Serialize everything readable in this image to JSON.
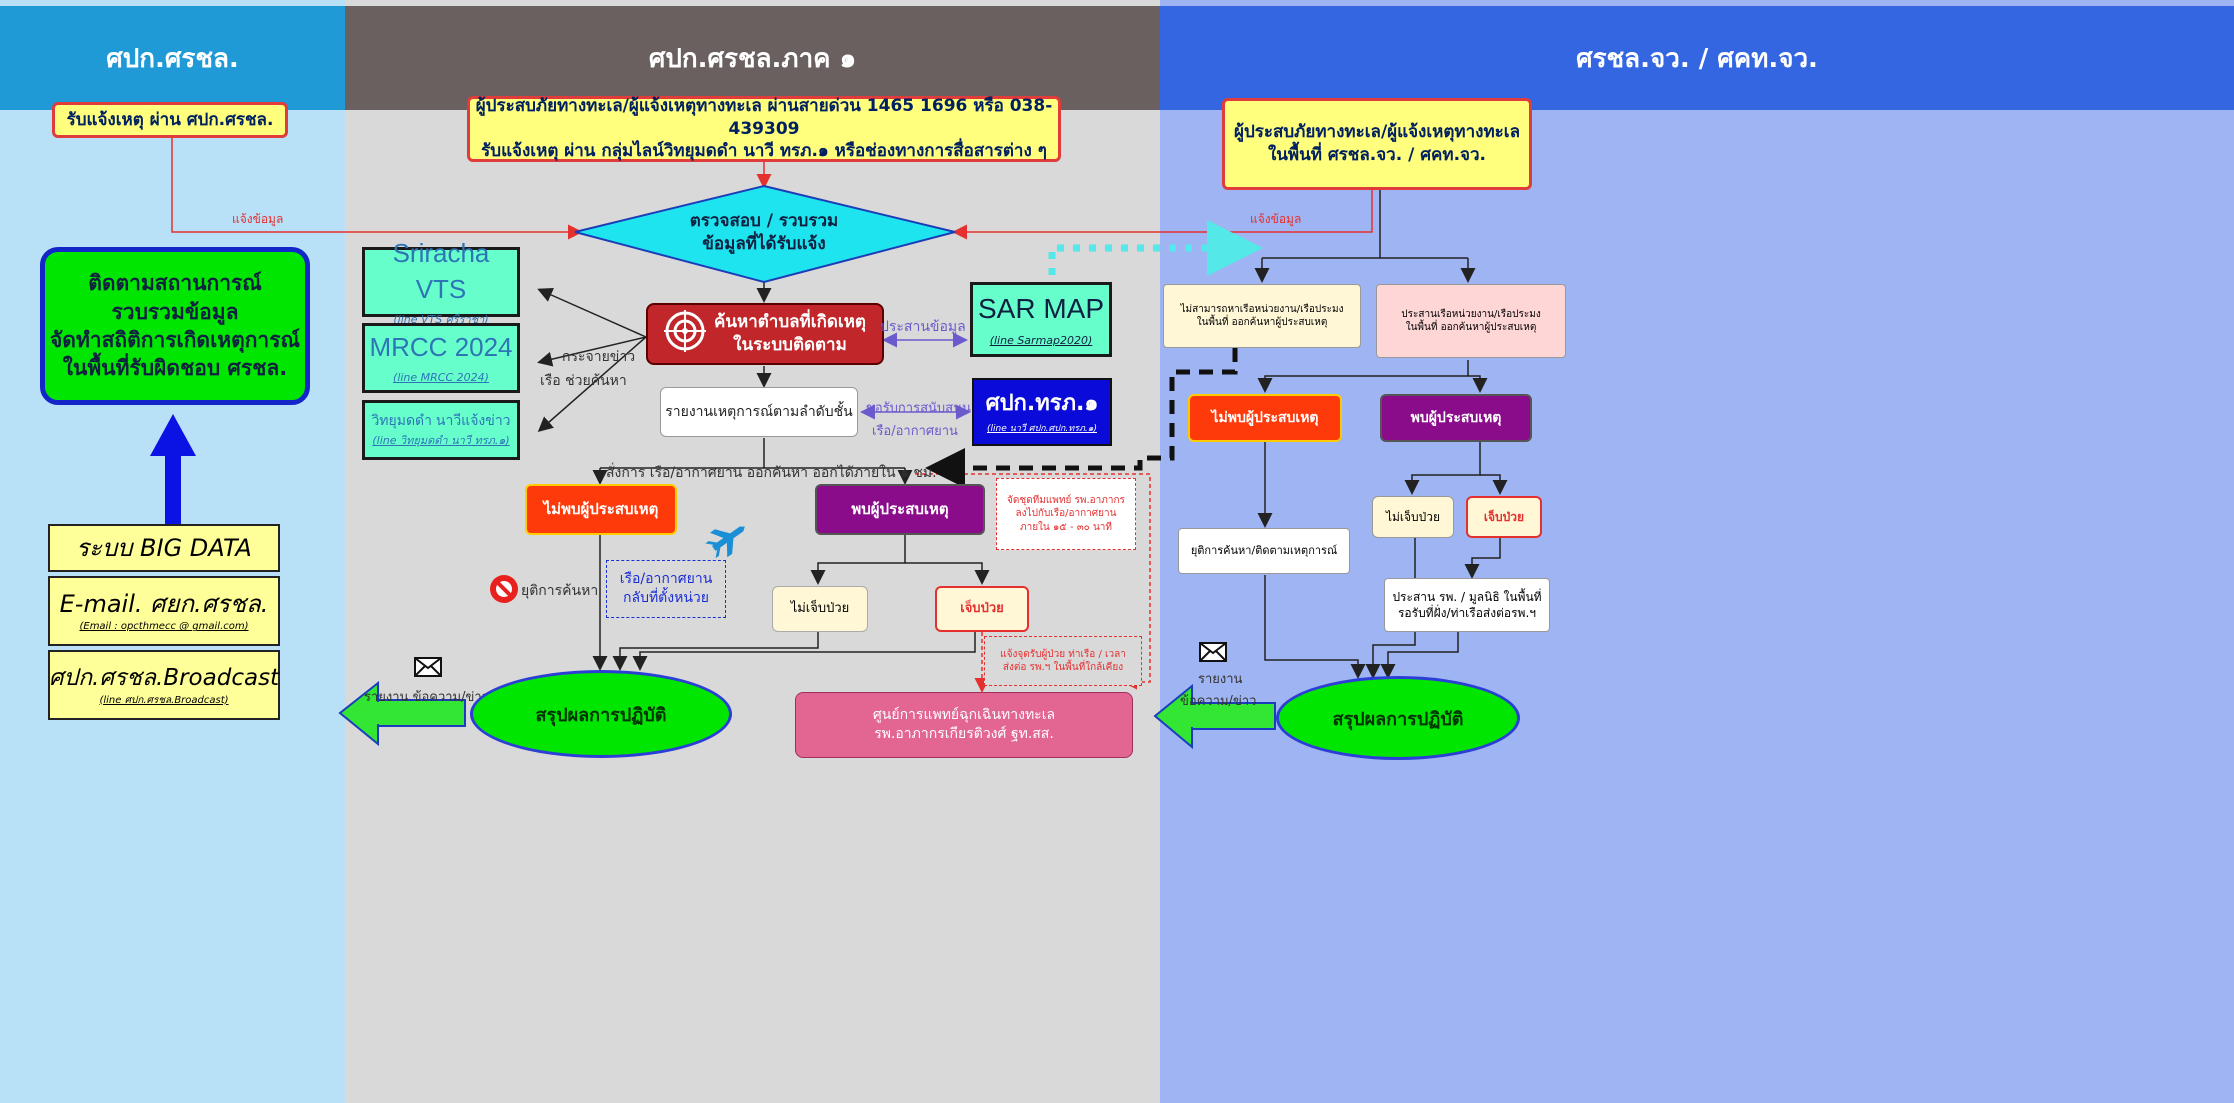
{
  "headers": {
    "left": "ศปก.ศรชล.",
    "center": "ศปก.ศรชล.ภาค ๑",
    "right": "ศรชล.จว. / ศคท.จว."
  },
  "left": {
    "receive_box": "รับแจ้งเหตุ ผ่าน ศปก.ศรชล.",
    "monitor_box": [
      "ติดตามสถานการณ์",
      "รวบรวมข้อมูล",
      "จัดทำสถิติการเกิดเหตุการณ์",
      "ในพื้นที่รับผิดชอบ ศรชล."
    ],
    "bigdata": "ระบบ BIG DATA",
    "email_title": "E-mail. ศยก.ศรชล.",
    "email_sub": "(Email : opcthmecc @ gmail.com)",
    "broadcast_title": "ศปก.ศรชล.Broadcast",
    "broadcast_sub": "(line ศปก.ศรชล.Broadcast)"
  },
  "center": {
    "top_box_line1": "ผู้ประสบภัยทางทะเล/ผู้แจ้งเหตุทางทะเล ผ่านสายด่วน 1465 1696 หรือ 038-439309",
    "top_box_line2": "รับแจ้งเหตุ ผ่าน กลุ่มไลน์วิทยุมดดำ นาวี ทรภ.๑ หรือช่องทางการสื่อสารต่าง ๆ",
    "diamond_line1": "ตรวจสอบ / รวบรวม",
    "diamond_line2": "ข้อมูลที่ได้รับแจ้ง",
    "notify_left": "แจ้งข้อมูล",
    "sriracha": "Sriracha VTS",
    "sriracha_sub": "(line VTS ศรีราชา)",
    "mrcc": "MRCC 2024",
    "mrcc_sub": "(line MRCC 2024)",
    "radio": "วิทยุมดดำ นาวีแจ้งข่าว",
    "radio_sub": "(line วิทยุมดดำ นาวี ทรภ.๑)",
    "spread_label_1": "กระจายข่าว",
    "spread_label_2": "เรือ ช่วยค้นหา",
    "search_line1": "ค้นหาตำบลที่เกิดเหตุ",
    "search_line2": "ในระบบติดตาม",
    "coord_label": "ประสานข้อมูล",
    "sarmap": "SAR MAP",
    "sarmap_sub": "(line Sarmap2020)",
    "report_box": "รายงานเหตุการณ์ตามลำดับชั้น",
    "support_label_1": "ขอรับการสนับสนุน",
    "support_label_2": "เรือ/อากาศยาน",
    "navy_box": "ศปก.ทรภ.๑",
    "navy_sub": "(line นาวี ศปก.ศปก.ทรภ.๑)",
    "order_line": "สั่งการ เรือ/อากาศยาน ออกค้นหา ออกได้ภายใน ๑ ชม.",
    "not_found": "ไม่พบผู้ประสบเหตุ",
    "found": "พบผู้ประสบเหตุ",
    "medic_note": [
      "จัดชุดทีมแพทย์ รพ.อาภากร",
      "ลงไปกับเรือ/อากาศยาน",
      "ภายใน ๑๕ - ๓๐ นาที"
    ],
    "stop_search": "ยุติการค้นหา",
    "return_box": [
      "เรือ/อากาศยาน",
      "กลับที่ตั้งหน่วย"
    ],
    "not_injured": "ไม่เจ็บป่วย",
    "injured": "เจ็บป่วย",
    "patient_note": [
      "แจ้งจุดรับผู้ป่วย ท่าเรือ / เวลา",
      "ส่งต่อ รพ.ฯ ในพื้นที่ใกล้เคียง"
    ],
    "report_label": "รายงาน ข้อความ/ข่าว",
    "summary": "สรุปผลการปฏิบัติ",
    "hospital_line1": "ศูนย์การแพทย์ฉุกเฉินทางทะเล",
    "hospital_line2": "รพ.อาภากรเกียรติวงศ์ ฐท.สส."
  },
  "right": {
    "top_box_line1": "ผู้ประสบภัยทางทะเล/ผู้แจ้งเหตุทางทะเล",
    "top_box_line2": "ในพื้นที่ ศรชล.จว. / ศคท.จว.",
    "notify_right": "แจ้งข้อมูล",
    "cannot_find": [
      "ไม่สามารถหาเรือหน่วยงาน/เรือประมง",
      "ในพื้นที่ ออกค้นหาผู้ประสบเหตุ"
    ],
    "coordinate": [
      "ประสานเรือหน่วยงาน/เรือประมง",
      "ในพื้นที่ ออกค้นหาผู้ประสบเหตุ"
    ],
    "not_found": "ไม่พบผู้ประสบเหตุ",
    "found": "พบผู้ประสบเหตุ",
    "stop_monitor": "ยุติการค้นหา/ติดตามเหตุการณ์",
    "not_injured": "ไม่เจ็บป่วย",
    "injured": "เจ็บป่วย",
    "coord_hospital": [
      "ประสาน รพ. / มูลนิธิ ในพื้นที่",
      "รอรับที่ฝั่ง/ท่าเรือส่งต่อรพ.ฯ"
    ],
    "report_label_1": "รายงาน",
    "report_label_2": "ข้อความ/ข่าว",
    "summary": "สรุปผลการปฏิบัติ"
  },
  "colors": {
    "header_left": "#1f9ad6",
    "header_center": "#6b6060",
    "header_right": "#3366e0",
    "col_left": "#b8e0f7",
    "col_center": "#d9d9d9",
    "col_right": "#9fb4f2"
  },
  "icons": [
    "target-icon",
    "airplane-icon",
    "no-entry-icon",
    "envelope-icon",
    "up-arrow-icon",
    "left-arrow-icon"
  ]
}
